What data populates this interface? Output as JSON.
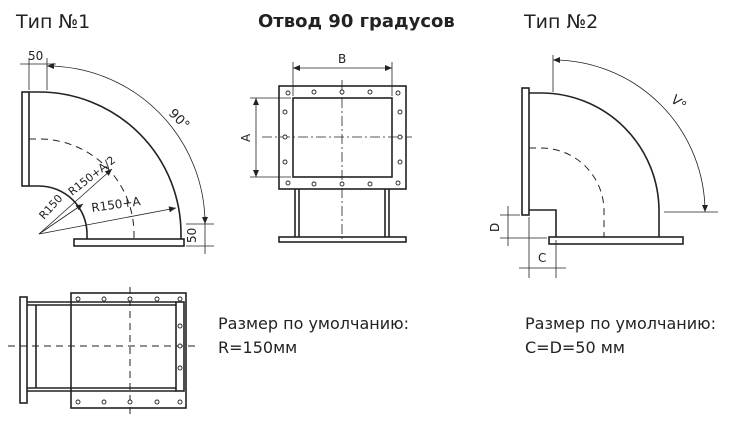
{
  "title": "Отвод 90 градусов",
  "type1": {
    "label": "Тип №1",
    "dim_flange": "50",
    "dim_angle": "90°",
    "dim_r1": "R150+A/2",
    "dim_r2": "R150",
    "dim_r3": "R150+A",
    "dim_bottom": "50",
    "note_title": "Размер по умолчанию:",
    "note_value": "R=150мм"
  },
  "front": {
    "dim_b": "B",
    "dim_a": "A"
  },
  "type2": {
    "label": "Тип №2",
    "dim_angle": "V°",
    "dim_d": "D",
    "dim_c": "C",
    "note_title": "Размер по умолчанию:",
    "note_value": "C=D=50 мм"
  }
}
